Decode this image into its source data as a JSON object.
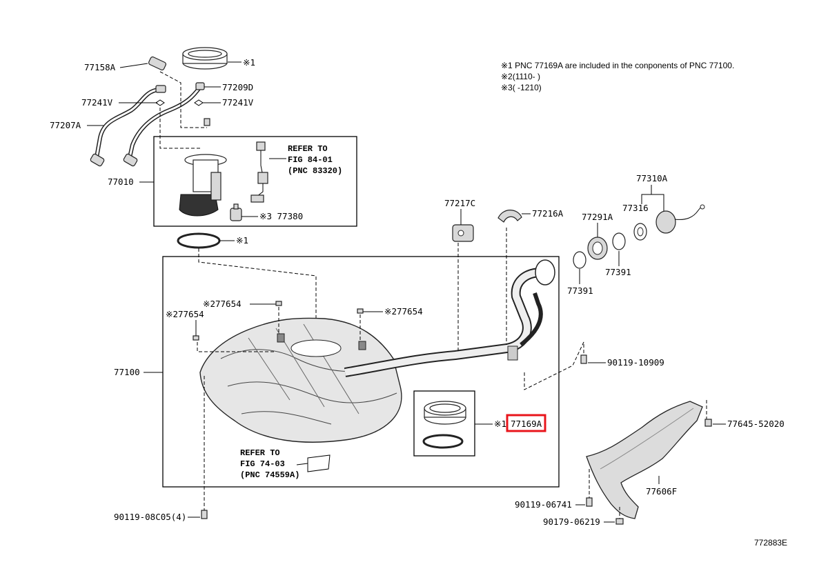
{
  "notes": {
    "n1": "※1 PNC 77169A are included in the conponents of PNC 77100.",
    "n2": "※2(1110-      )",
    "n3": "※3(      -1210)"
  },
  "callouts": {
    "p77158A": "77158A",
    "p77241V_l": "77241V",
    "p77207A": "77207A",
    "p77010": "77010",
    "p77209D": "77209D",
    "p77241V_r": "77241V",
    "ring_top": "※1",
    "p77380": "※3 77380",
    "gasket_top": "※1",
    "refer84_a": "REFER TO",
    "refer84_b": "FIG 84-01",
    "refer84_c": "(PNC 83320)",
    "p77217C": "77217C",
    "p77216A": "77216A",
    "p77310A": "77310A",
    "p77316": "77316",
    "p77291A": "77291A",
    "p77391_a": "77391",
    "p77391_b": "77391",
    "p277654_c": "※277654",
    "p277654_l": "※277654",
    "p277654_r": "※277654",
    "p77100": "77100",
    "p90119_10909": "90119-10909",
    "p77169A_mark": "※1",
    "p77169A": "77169A",
    "p77645": "77645-52020",
    "p77606F": "77606F",
    "p90119_06741": "90119-06741",
    "p90179_06219": "90179-06219",
    "p90119_08C05": "90119-08C05(4)",
    "refer74_a": "REFER TO",
    "refer74_b": "FIG 74-03",
    "refer74_c": "(PNC 74559A)",
    "figure_id": "772883E"
  },
  "highlight": {
    "target": "77169A",
    "color": "#e8141b"
  }
}
